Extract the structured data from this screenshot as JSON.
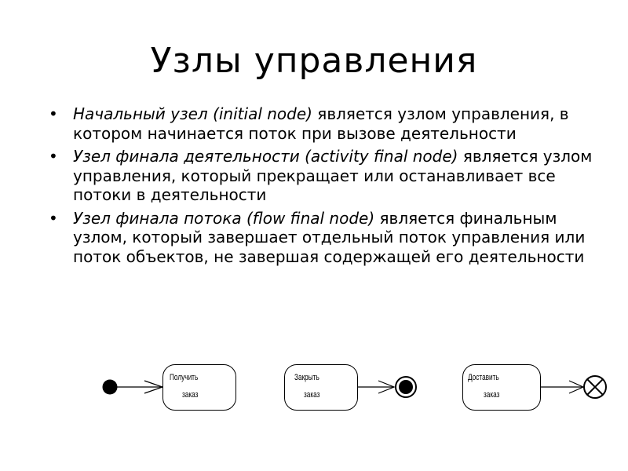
{
  "slide": {
    "title": "Узлы управления",
    "bullets": [
      {
        "bullet": "•",
        "term": "Начальный узел (initial node)",
        "text": " является узлом управления, в котором начинается поток при вызове деятельности"
      },
      {
        "bullet": "•",
        "term": "Узел финала деятельности (activity final node)",
        "text": " является узлом управления, который прекращает или останавливает все потоки в деятельности"
      },
      {
        "bullet": "•",
        "term": "Узел финала потока (flow final node)",
        "text": " является финальным узлом, который завершает отдельный поток управления или поток объектов, не завершая содержащей его деятельности"
      }
    ]
  },
  "diagram": {
    "nodes": [
      {
        "type": "initial-node"
      },
      {
        "type": "action",
        "line1": "Получить",
        "line2": "заказ"
      },
      {
        "type": "action",
        "line1": "Закрыть",
        "line2": "заказ"
      },
      {
        "type": "activity-final-node"
      },
      {
        "type": "action",
        "line1": "Доставить",
        "line2": "заказ"
      },
      {
        "type": "flow-final-node"
      }
    ]
  }
}
